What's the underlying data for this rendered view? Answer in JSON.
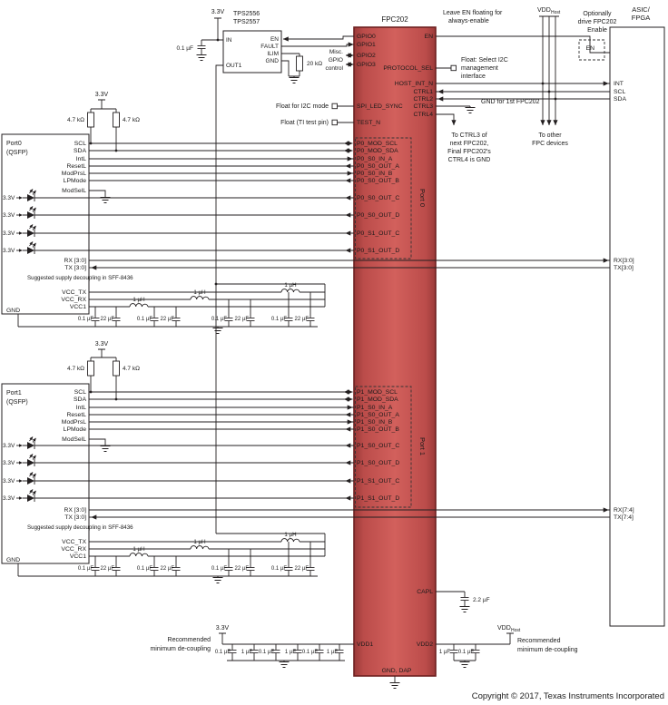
{
  "copyright": "Copyright © 2017, Texas Instruments Incorporated",
  "v33": "3.3V",
  "chip": {
    "title": "FPC202",
    "gpio": [
      "GPIO0",
      "GPIO1",
      "GPIO2",
      "GPIO3"
    ],
    "spi": "SPI_LED_SYNC",
    "test": "TEST_N",
    "en": "EN",
    "protocol": "PROTOCOL_SEL",
    "host_int": "HOST_INT_N",
    "ctrl": [
      "CTRL1",
      "CTRL2",
      "CTRL3",
      "CTRL4"
    ],
    "p0": [
      "P0_MOD_SCL",
      "P0_MOD_SDA",
      "P0_S0_IN_A",
      "P0_S0_OUT_A",
      "P0_S0_IN_B",
      "P0_S0_OUT_B",
      "P0_S0_OUT_C",
      "P0_S0_OUT_D",
      "P0_S1_OUT_C",
      "P0_S1_OUT_D"
    ],
    "p1": [
      "P1_MOD_SCL",
      "P1_MOD_SDA",
      "P1_S0_IN_A",
      "P1_S0_OUT_A",
      "P1_S0_IN_B",
      "P1_S0_OUT_B",
      "P1_S0_OUT_C",
      "P1_S0_OUT_D",
      "P1_S1_OUT_C",
      "P1_S1_OUT_D"
    ],
    "port0": "Port 0",
    "port1": "Port 1",
    "capl": "CAPL",
    "vdd1": "VDD1",
    "vdd2": "VDD2",
    "gnd": "GND, DAP"
  },
  "tps": {
    "n1": "TPS2556",
    "n2": "TPS2557",
    "in": "IN",
    "en": "EN",
    "fault": "FAULT",
    "ilim": "ILIM",
    "gnd": "GND",
    "out": "OUT1"
  },
  "port0": {
    "name": "Port0",
    "type": "(QSFP)",
    "pins": [
      "SCL",
      "SDA",
      "IntL",
      "ResetL",
      "ModPrsL",
      "LPMode",
      "ModSelL"
    ],
    "rx": "RX [3:0]",
    "tx": "TX [3:0]",
    "vcc": [
      "VCC_TX",
      "VCC_RX",
      "VCC1"
    ],
    "gnd": "GND"
  },
  "port1": {
    "name": "Port1",
    "type": "(QSFP)",
    "pins": [
      "SCL",
      "SDA",
      "IntL",
      "ResetL",
      "ModPrsL",
      "LPMode",
      "ModSelL"
    ],
    "rx": "RX [3:0]",
    "tx": "TX [3:0]",
    "vcc": [
      "VCC_TX",
      "VCC_RX",
      "VCC1"
    ],
    "gnd": "GND"
  },
  "asic": {
    "t1": "ASIC/",
    "t2": "FPGA",
    "en": "EN",
    "int": "INT",
    "scl": "SCL",
    "sda": "SDA",
    "rx0": "RX[3:0]",
    "tx0": "TX[3:0]",
    "rx1": "RX[7:4]",
    "tx1": "TX[7:4]"
  },
  "vals": {
    "c01": "0.1 µF",
    "c1": "1 µF",
    "c22": "22 µF",
    "c22u": "2.2 µF",
    "l1": "1 µH",
    "r47": "4.7 kΩ",
    "r20": "20 kΩ"
  },
  "notes": {
    "leave1": "Leave EN floating for",
    "leave2": "always-enable",
    "opt1": "Optionally",
    "opt2": "drive FPC202",
    "opt3": "Enable",
    "float1": "Float: Select I2C",
    "float2": "management",
    "float3": "interface",
    "gnd1st": "GND for 1st FPC202",
    "next1": "To CTRL3 of",
    "next2": "next FPC202,",
    "next3": "Final FPC202's",
    "next4": "CTRL4 is GND",
    "other1": "To other",
    "other2": "FPC devices",
    "misc1": "Misc.",
    "misc2": "GPIO",
    "misc3": "control",
    "floatI2C": "Float for I2C mode",
    "floatTest": "Float (TI test pin)",
    "sff": "Suggested supply decoupling in SFF-8436",
    "rec1": "Recommended",
    "rec2": "minimum de-coupling",
    "vddhost": "VDD",
    "vddhostsub": "Host"
  }
}
